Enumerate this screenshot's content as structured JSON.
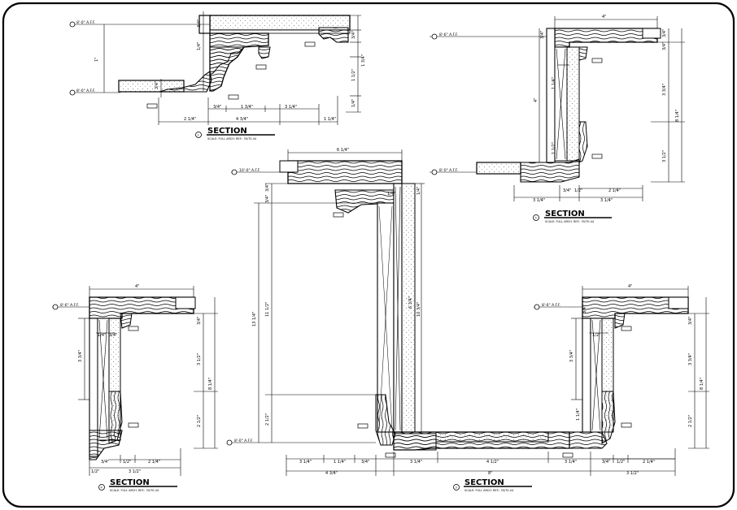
{
  "sections": [
    {
      "id": "top-left",
      "number": "1",
      "title": "SECTION",
      "subtitle": "SCALE: FULL     ARCH. REF.: 35/T0.44",
      "levels": [
        "8'-0\" A.F.F.",
        "8'-0\" A.F.F."
      ],
      "dims": [
        "2 1/4\"",
        "4 3/4\"",
        "1 1/4\"",
        "3/4\"",
        "1 3/4\"",
        "3 1/4\"",
        "1\"",
        "3/4\"",
        "1/4\"",
        "3/4\"",
        "1 1/2\"",
        "1 3/4\"",
        "1/4\"",
        "3/4\""
      ]
    },
    {
      "id": "top-right",
      "number": "5",
      "title": "SECTION",
      "subtitle": "SCALE: FULL     ARCH. REF.: 35/T0.44",
      "levels": [
        "8'-6\" A.F.F.",
        "8'-0\" A.F.F."
      ],
      "dims": [
        "4\"",
        "3/4\"",
        "3/4\"",
        "3 3/4\"",
        "8 1/4\"",
        "3 1/2\"",
        "1 1/4\"",
        "4\"",
        "1 1/2\"",
        "3/4\"",
        "1/2\"",
        "2 1/4\"",
        "3 1/4\"",
        "3/4\"",
        "3 1/4\""
      ]
    },
    {
      "id": "bottom-left",
      "number": "4",
      "title": "SECTION",
      "subtitle": "SCALE: FULL     ARCH. REF.: 35/T0.44",
      "levels": [
        "8'-6\" A.F.F."
      ],
      "dims": [
        "4\"",
        "3/4\"",
        "3 3/4\"",
        "3 1/2\"",
        "8 1/4\"",
        "2 1/2\"",
        "3/4\"",
        "1/2\"",
        "2 1/4\"",
        "3 1/2\"",
        "1/2\"",
        "1/4\"",
        "3/4\""
      ]
    },
    {
      "id": "center",
      "number": "3",
      "title": "SECTION",
      "subtitle": "SCALE: FULL     ARCH. REF.: 35/T0.44",
      "levels": [
        "10'-0\" A.F.F.",
        "8'-0\" A.F.F."
      ],
      "dims": [
        "6 1/4\"",
        "3/4\"",
        "3/4\"",
        "11 1/2\"",
        "13 1/4\"",
        "6 3/4\"",
        "10 3/4\"",
        "2 1/2\"",
        "1/4\"",
        "3 1/4\"",
        "1 1/4\"",
        "3/4\"",
        "4 3/4\"",
        "3 1/4\"",
        "4 1/2\"",
        "8\"",
        "3 1/4\"",
        "1/4\""
      ]
    },
    {
      "id": "bottom-right",
      "number": "2",
      "title": "SECTION",
      "subtitle": "SCALE: FULL     ARCH. REF.: 35/T0.44",
      "levels": [
        "8'-6\" A.F.F."
      ],
      "dims": [
        "4\"",
        "3/4\"",
        "3 3/4\"",
        "3 3/4\"",
        "8 1/4\"",
        "2 1/2\"",
        "3/4\"",
        "3/4\"",
        "1/2\"",
        "2 1/4\"",
        "3 1/2\"",
        "1 1/4\"",
        "1/2\""
      ]
    }
  ]
}
